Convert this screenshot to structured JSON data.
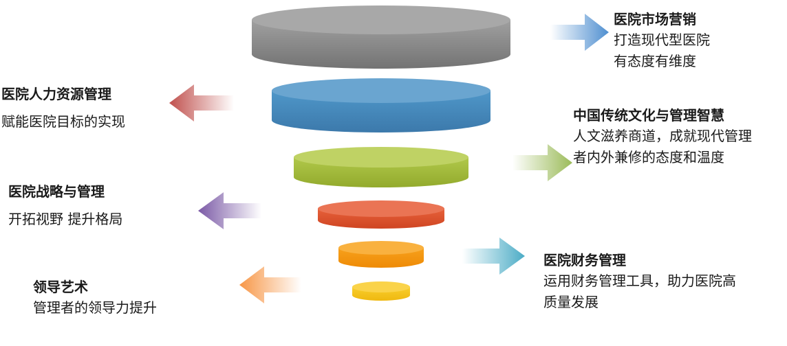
{
  "items": [
    {
      "title": "医院市场营销",
      "lines": [
        "打造现代型医院",
        "有态度有维度"
      ],
      "color": "#8c8c8c"
    },
    {
      "title": "医院人力资源管理",
      "lines": [
        "赋能医院目标的实现"
      ],
      "color": "#4a8fc0"
    },
    {
      "title": "中国传统文化与管理智慧",
      "lines": [
        "人文滋养商道，成就现代管理",
        "者内外兼修的态度和温度"
      ],
      "color": "#a9c23f"
    },
    {
      "title": "医院战略与管理",
      "lines": [
        "开拓视野  提升格局"
      ],
      "color": "#e2522e"
    },
    {
      "title": "医院财务管理",
      "lines": [
        "运用财务管理工具，助力医院高",
        "质量发展"
      ],
      "color": "#f2930f"
    },
    {
      "title": "领导艺术",
      "lines": [
        "管理者的领导力提升"
      ],
      "color": "#f6c21b"
    }
  ],
  "arrows": [
    {
      "direction": "right",
      "color": "#4f8fd0"
    },
    {
      "direction": "left",
      "color": "#c0504d"
    },
    {
      "direction": "right",
      "color": "#9bbb59"
    },
    {
      "direction": "left",
      "color": "#7b5aa6"
    },
    {
      "direction": "right",
      "color": "#4bacc6"
    },
    {
      "direction": "left",
      "color": "#f79646"
    }
  ]
}
